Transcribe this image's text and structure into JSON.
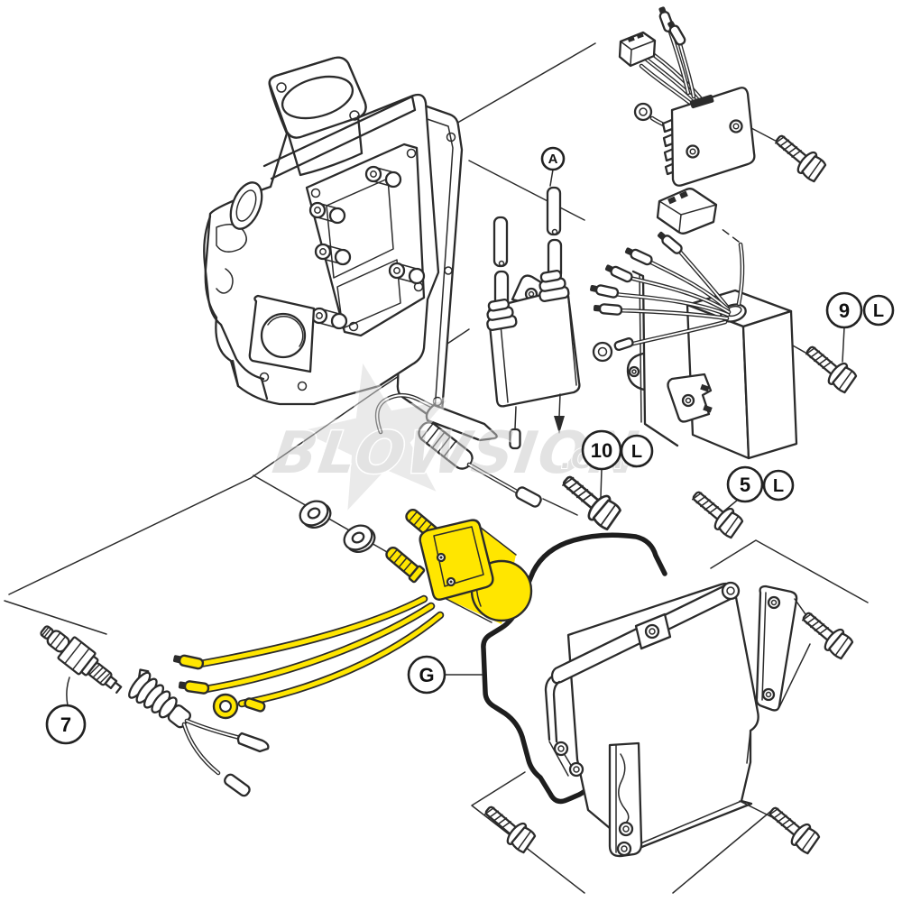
{
  "colors": {
    "background": "#ffffff",
    "line": "#2b2b2b",
    "highlight": "#ffe600",
    "watermark": "#c9c9c9"
  },
  "watermark": {
    "text": "BLOWSION",
    "suffix": ".COM"
  },
  "callouts": {
    "a": {
      "label": "A"
    },
    "n7": {
      "label": "7"
    },
    "n9": {
      "label": "9",
      "qual": "L"
    },
    "n10": {
      "label": "10",
      "qual": "L"
    },
    "n5": {
      "label": "5",
      "qual": "L"
    },
    "g": {
      "label": "G"
    }
  }
}
